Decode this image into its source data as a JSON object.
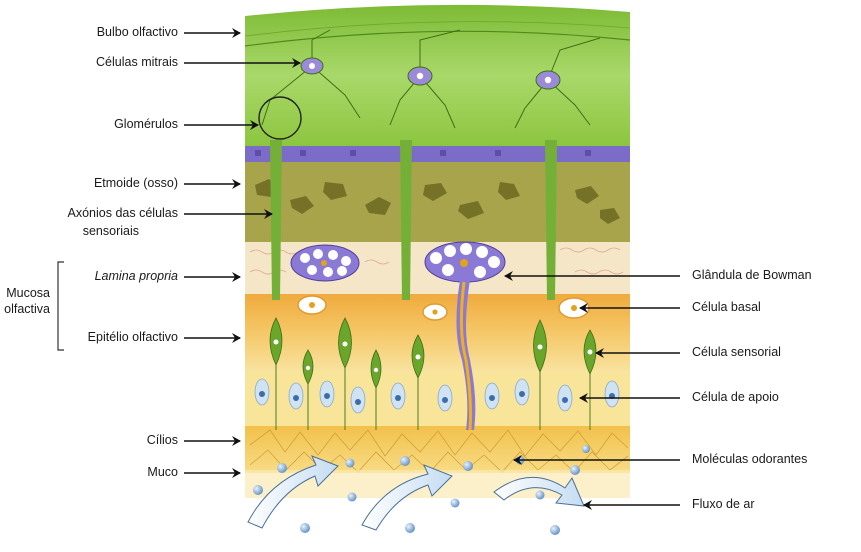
{
  "labels_left": {
    "bulbo": "Bulbo olfactivo",
    "mitrais": "Células mitrais",
    "glomerulos": "Glomérulos",
    "etmoide": "Etmoide (osso)",
    "axonios_1": "Axónios das células",
    "axonios_2": "sensoriais",
    "lamina": "Lamina propria",
    "epitelio": "Epitélio olfactivo",
    "cilios": "Cílios",
    "muco": "Muco"
  },
  "mucosa_group": {
    "line1": "Mucosa",
    "line2": "olfactiva"
  },
  "labels_right": {
    "bowman": "Glândula de Bowman",
    "basal": "Célula basal",
    "sensorial": "Célula sensorial",
    "apoio": "Célula de apoio",
    "odorantes": "Moléculas odorantes",
    "fluxo": "Fluxo de ar"
  },
  "colors": {
    "bulb_green": "#8cc63f",
    "bulb_dark": "#6aa52c",
    "bone_olive": "#a3a04a",
    "bone_purple": "#7b6cc8",
    "lamina_cream": "#f6e6c8",
    "epithelium_orange": "#f0b54a",
    "supporting_yellow": "#f7e08a",
    "mucus_gold": "#f3c64f",
    "gland_purple": "#8a7ad6",
    "airflow_blue": "#cfe3f5"
  }
}
